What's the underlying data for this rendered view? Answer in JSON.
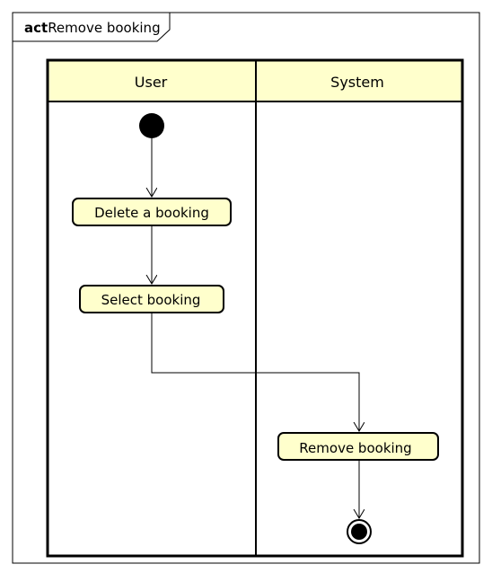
{
  "frame": {
    "keyword": "act",
    "name": "Remove booking"
  },
  "lanes": [
    {
      "title": "User"
    },
    {
      "title": "System"
    }
  ],
  "actions": [
    {
      "id": "delete",
      "label": "Delete a booking"
    },
    {
      "id": "select",
      "label": "Select booking"
    },
    {
      "id": "remove",
      "label": "Remove booking"
    }
  ],
  "colors": {
    "node_fill": "#ffffcc",
    "header_fill": "#ffffcc",
    "stroke": "#000000"
  }
}
